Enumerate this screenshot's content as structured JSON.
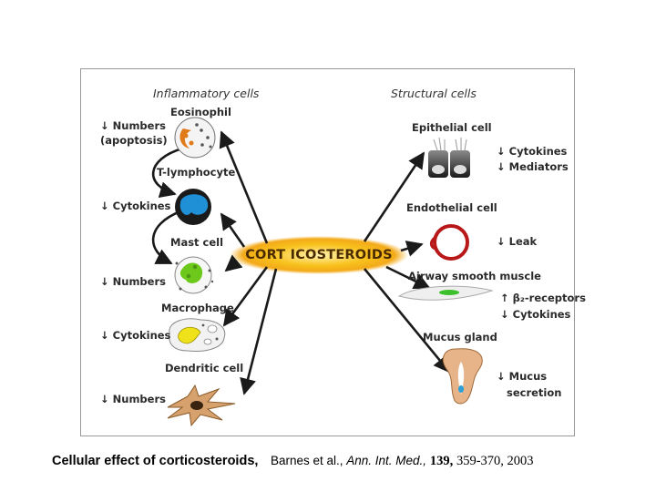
{
  "figure": {
    "center_label": "CORT ICOSTEROIDS",
    "left_header": "Inflammatory cells",
    "right_header": "Structural cells",
    "left_cells": [
      {
        "name": "Eosinophil",
        "effect_line1": "↓ Numbers",
        "effect_line2": "(apoptosis)"
      },
      {
        "name": "T-lymphocyte",
        "effect_line1": "↓ Cytokines"
      },
      {
        "name": "Mast cell",
        "effect_line1": "↓ Numbers"
      },
      {
        "name": "Macrophage",
        "effect_line1": "↓ Cytokines"
      },
      {
        "name": "Dendritic cell",
        "effect_line1": "↓ Numbers"
      }
    ],
    "right_cells": [
      {
        "name": "Epithelial cell",
        "effect_line1": "↓ Cytokines",
        "effect_line2": "↓ Mediators"
      },
      {
        "name": "Endothelial cell",
        "effect_line1": "↓ Leak"
      },
      {
        "name": "Airway smooth muscle",
        "effect_line1": "↑ β₂-receptors",
        "effect_line2": "↓ Cytokines"
      },
      {
        "name": "Mucus gland",
        "effect_line1": "↓ Mucus",
        "effect_line2": "secretion"
      }
    ]
  },
  "caption": {
    "title": "Cellular effect of corticosteroids,",
    "authors": "Barnes et al.,",
    "journal": "Ann. Int. Med.,",
    "volume": "139,",
    "pages_year": "359-370, 2003"
  },
  "colors": {
    "center_glow": "#f5b400",
    "arrow": "#1a1a1a",
    "eosinophil_granule": "#e07b1a",
    "t_cell_nucleus": "#1f8fd6",
    "mast_cell_nucleus": "#6cc91b",
    "macrophage_nucleus": "#f0e21a",
    "endothelial_ring": "#b81818",
    "smooth_muscle_nucleus": "#3bbf2a",
    "mucus_gland": "#e7b48a"
  }
}
